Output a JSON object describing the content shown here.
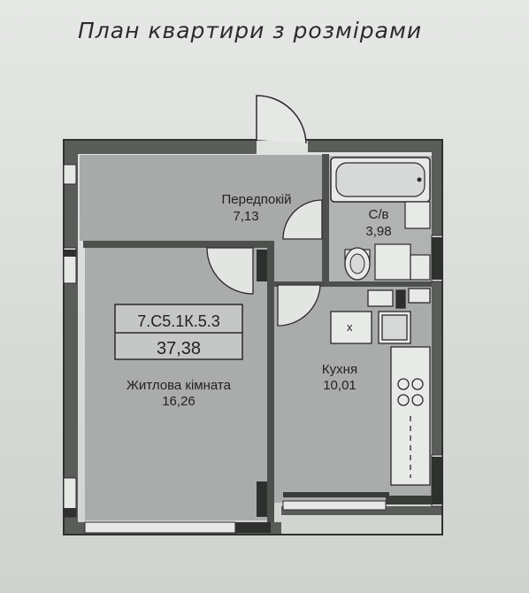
{
  "title": "План квартири з розмірами",
  "code_box": {
    "code": "7.С5.1К.5.3",
    "total_area": "37,38"
  },
  "rooms": [
    {
      "name": "Передпокій",
      "area": "7,13"
    },
    {
      "name": "С/в",
      "area": "3,98"
    },
    {
      "name": "Житлова кімната",
      "area": "16,26"
    },
    {
      "name": "Кухня",
      "area": "10,01"
    }
  ],
  "appliance_mark": "x",
  "colors": {
    "wall": "#5e605e",
    "wall_dark": "#2e302e",
    "floor": "#a9acaa",
    "line": "#2a2a2a"
  }
}
